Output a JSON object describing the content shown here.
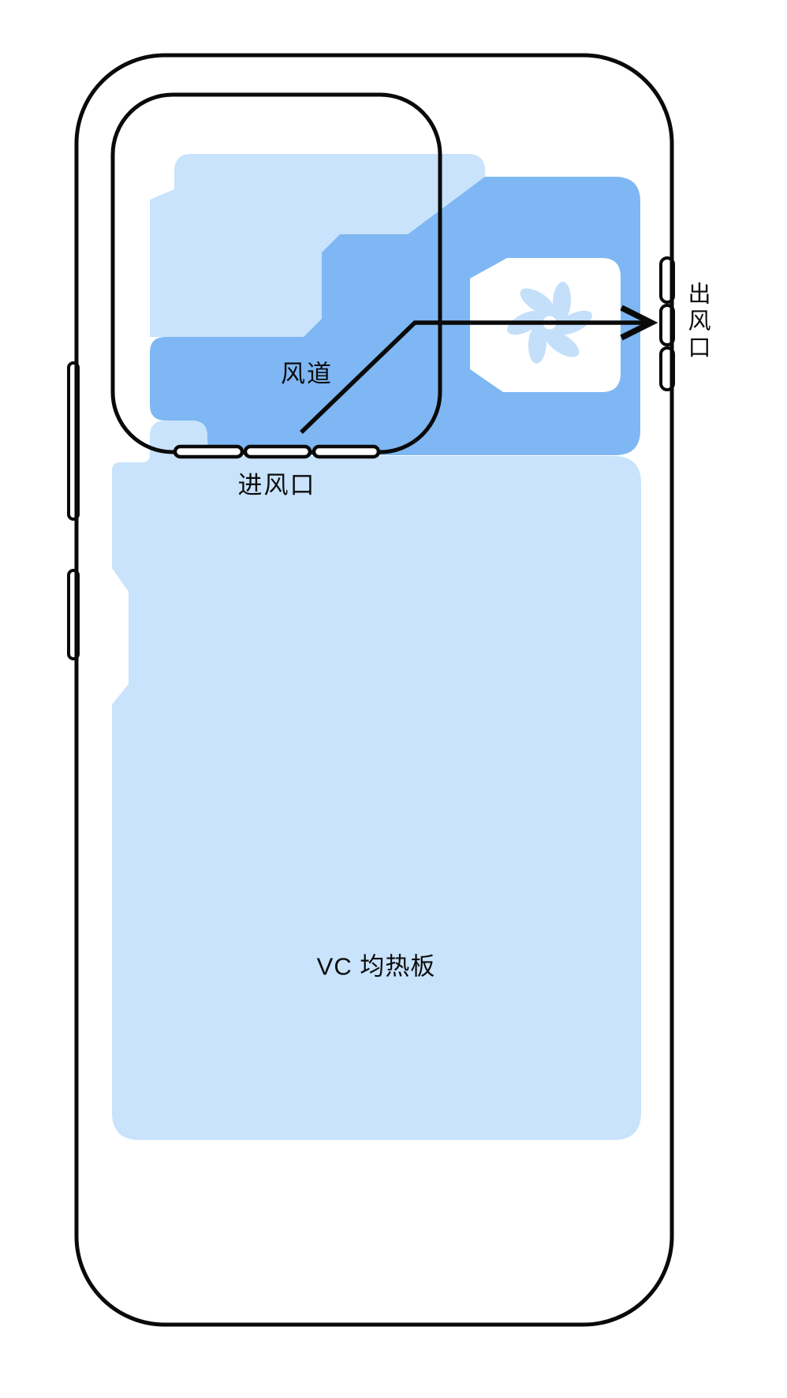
{
  "diagram": {
    "labels": {
      "duct": "风道",
      "inlet": "进风口",
      "outlet": "出风口",
      "vapor_chamber": "VC 均热板"
    },
    "colors": {
      "background": "#FFFFFF",
      "pale_blue": "#C8E3FB",
      "medium_blue": "#7EB7F3",
      "fan_blade": "#C4DFFA",
      "line_black": "#0A0A0A"
    },
    "icons": {
      "fan": "fan-icon"
    },
    "counts": {
      "inlet_vents": 3,
      "outlet_vents": 3,
      "left_side_buttons": 2
    }
  }
}
